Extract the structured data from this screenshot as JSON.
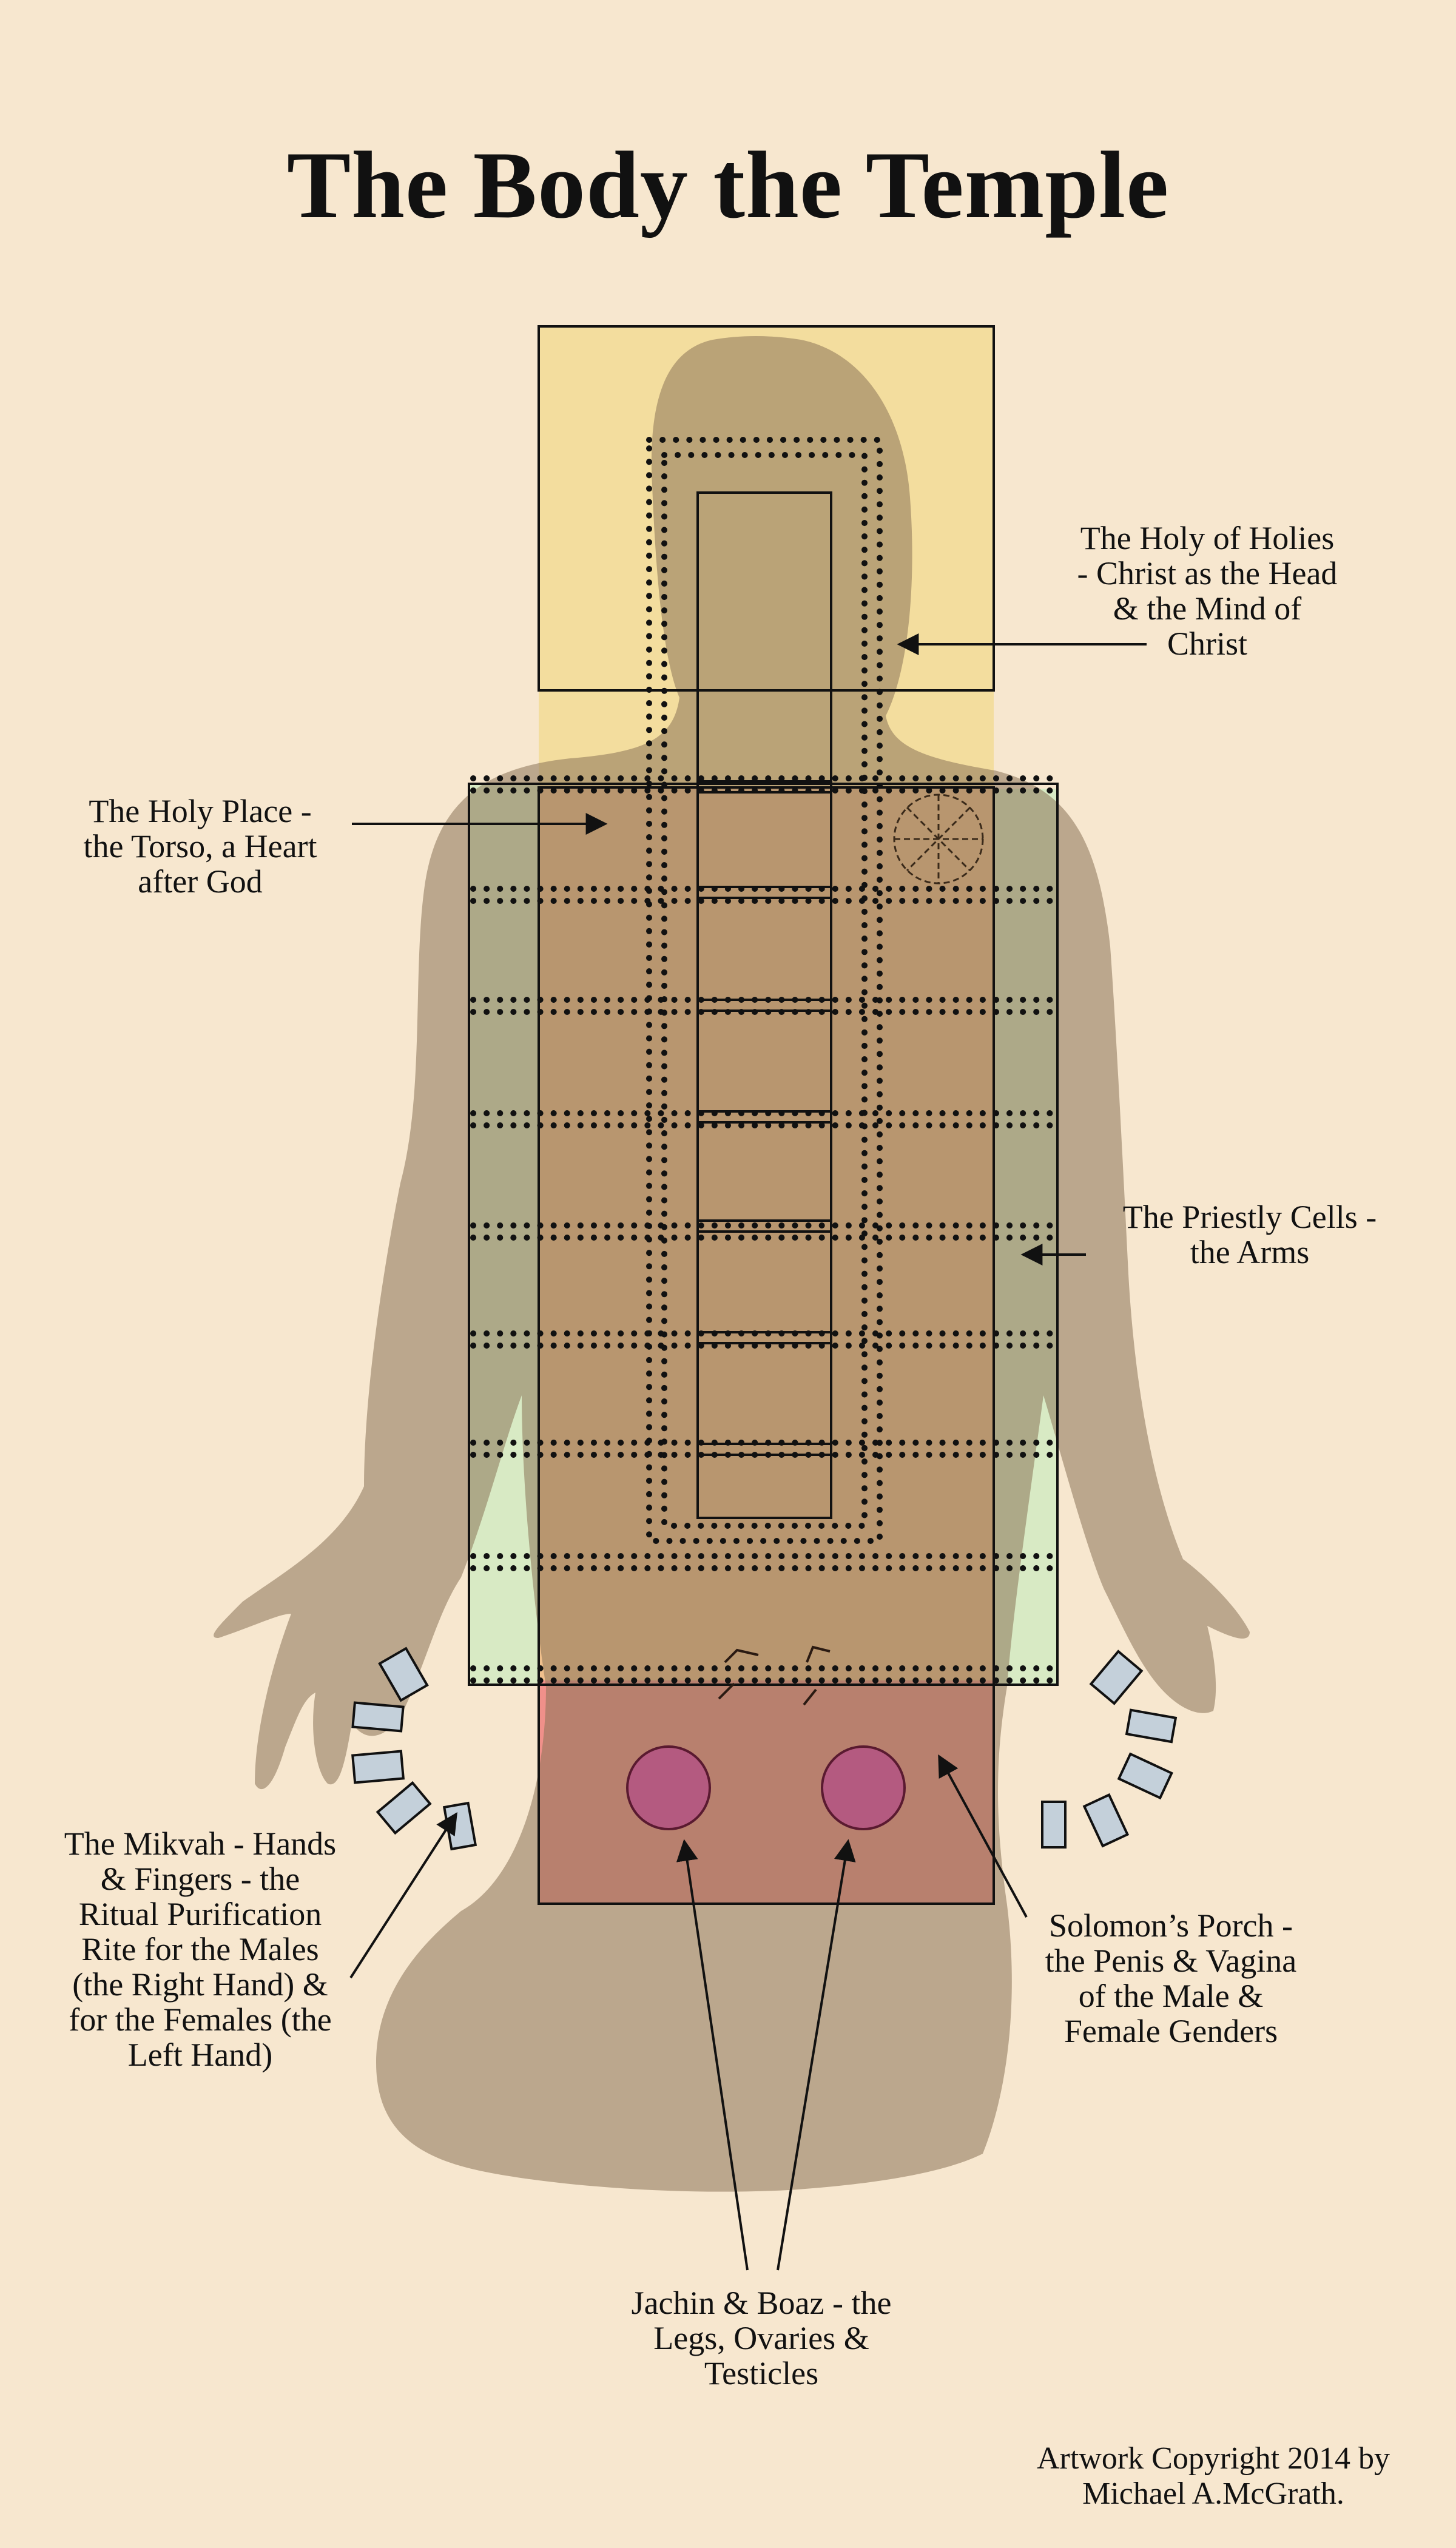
{
  "title": "The Body the Temple",
  "labels": {
    "holy_of_holies": "The Holy of Holies\n- Christ as the Head\n& the Mind of\nChrist",
    "holy_place": "The Holy Place -\nthe Torso, a Heart\nafter God",
    "priestly_cells": "The Priestly Cells -\nthe Arms",
    "mikvah": "The Mikvah - Hands\n& Fingers - the\nRitual Purification\nRite for the Males\n(the Right Hand) &\nfor the Females (the\nLeft Hand)",
    "solomons_porch": "Solomon’s Porch -\nthe Penis & Vagina\nof the Male &\nFemale Genders",
    "jachin_boaz": "Jachin & Boaz - the\nLegs, Ovaries &\nTesticles"
  },
  "credit": "Artwork Copyright 2014 by\nMichael A.McGrath.",
  "colors": {
    "background": "#f7e7cf",
    "holy_of_holies": "#f3dd9e",
    "holy_place": "#f0c08c",
    "priestly_cells": "#d8eac4",
    "porch": "#f0908a",
    "pillars": "#b45a80",
    "mikvah_stones": "#c4d0da",
    "figure": "#8a7358"
  }
}
